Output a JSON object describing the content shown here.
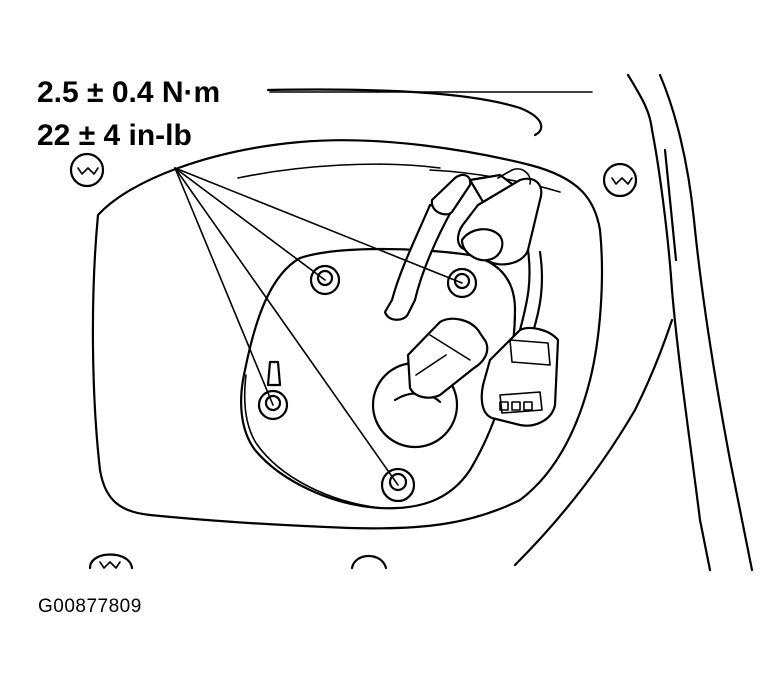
{
  "diagram": {
    "torque_nm": "2.5 ± 0.4 N·m",
    "torque_inlb": "22 ± 4 in-lb",
    "figure_id": "G00877809"
  }
}
